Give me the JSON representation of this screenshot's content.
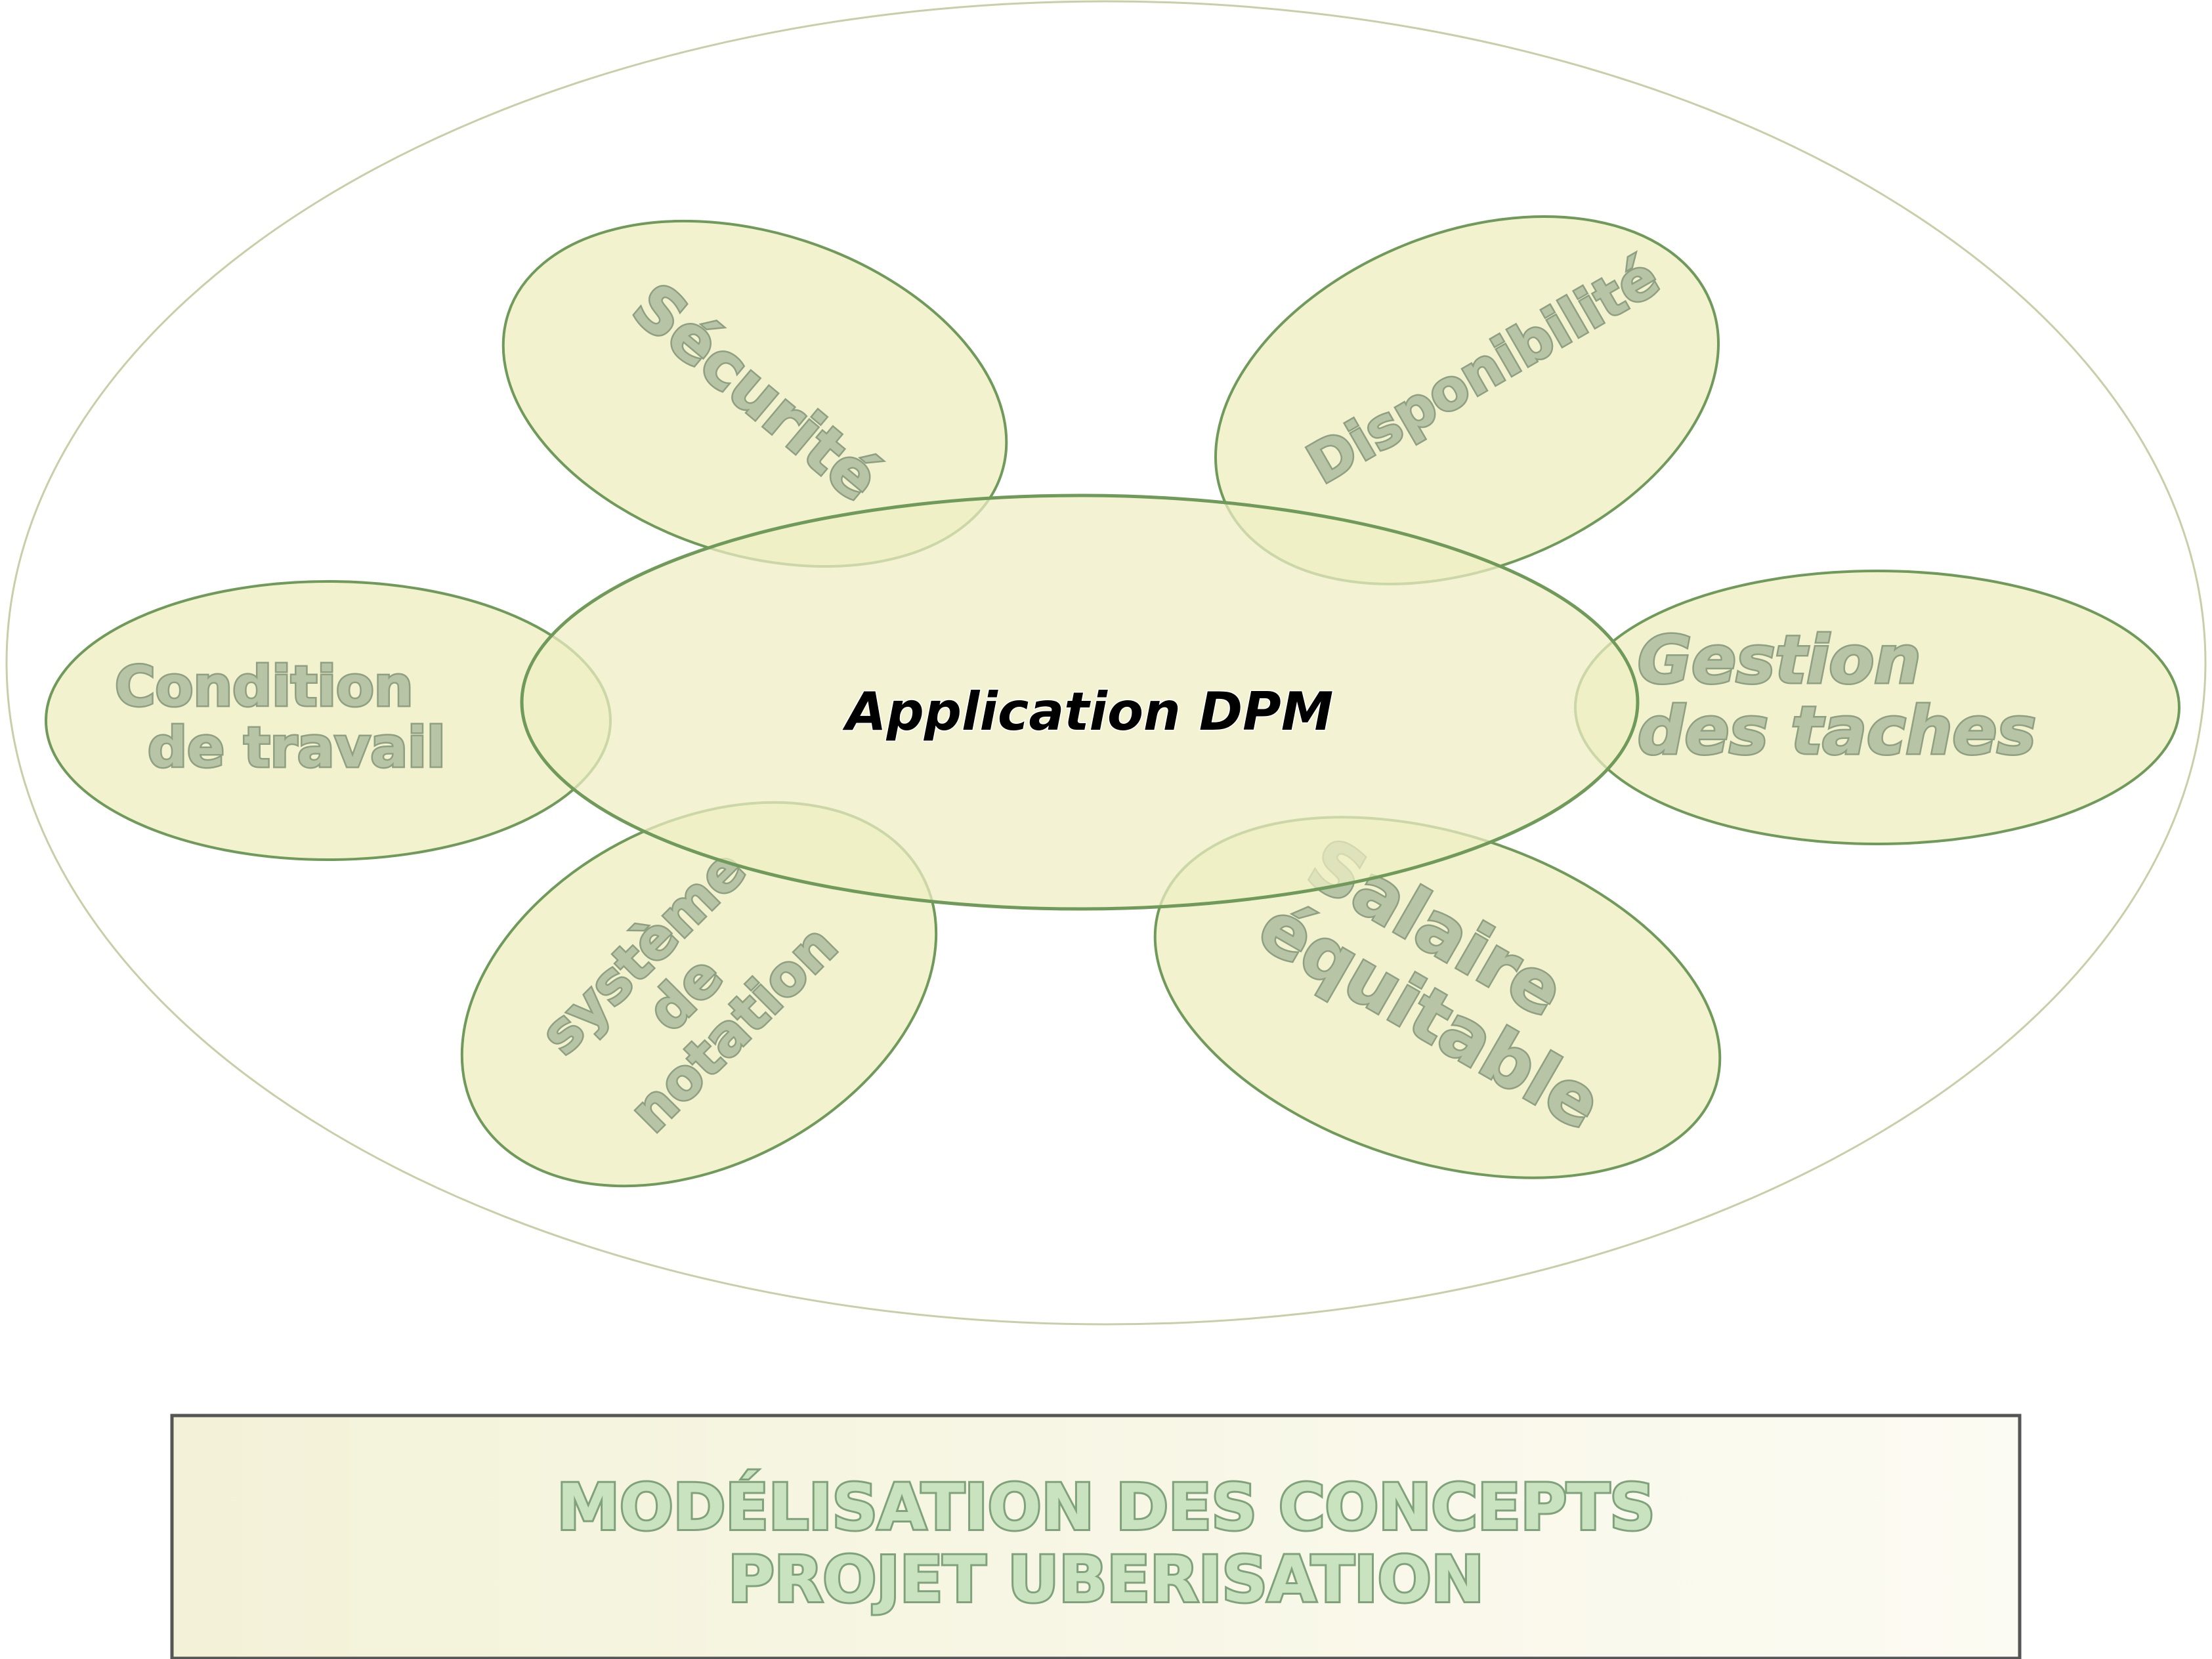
{
  "diagram": {
    "center": {
      "label": "Application DPM"
    },
    "petals": [
      {
        "id": "securite",
        "lines": [
          "Sécurité"
        ]
      },
      {
        "id": "disponibilite",
        "lines": [
          "Disponibilité"
        ]
      },
      {
        "id": "gestion",
        "lines": [
          "Gestion",
          "des taches"
        ]
      },
      {
        "id": "salaire",
        "lines": [
          "Salaire",
          "équitable"
        ]
      },
      {
        "id": "notation",
        "lines": [
          "système",
          "de",
          "notation"
        ]
      },
      {
        "id": "condition",
        "lines": [
          "Condition",
          "de travail"
        ]
      }
    ]
  },
  "banner": {
    "line1": "MODÉLISATION DES CONCEPTS",
    "line2": "PROJET UBERISATION"
  },
  "colors": {
    "ellipse_fill": "#efefc4",
    "ellipse_stroke": "#6f9a5a",
    "outer_stroke": "#c8cfa8",
    "banner_border": "#555555"
  }
}
